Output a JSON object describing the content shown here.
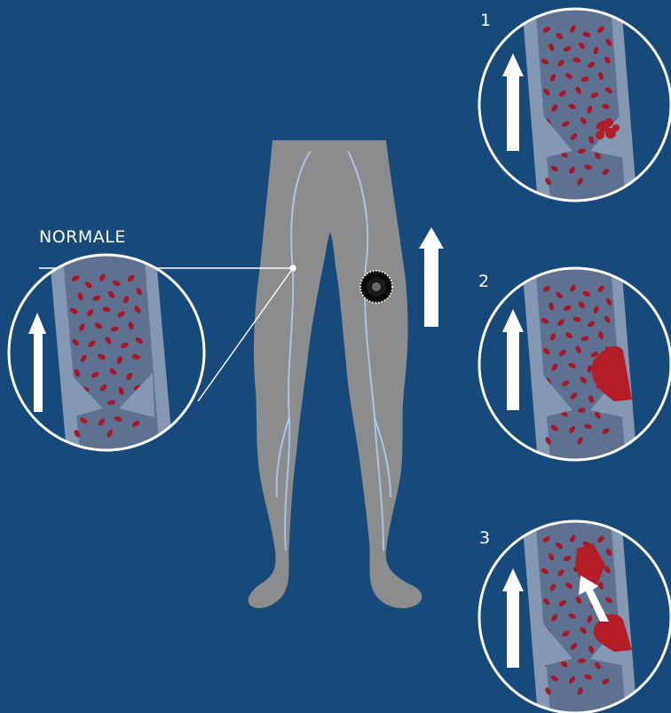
{
  "labels": {
    "normal": "NORMALE",
    "stage_1": "1",
    "stage_2": "2",
    "stage_3": "3"
  },
  "colors": {
    "background": "#17497a",
    "body": "#8a8c8e",
    "vein_wall": "#8497b3",
    "vein_lumen": "#5f7190",
    "vein_line": "#a8c4e6",
    "blood_cell": "#a3182a",
    "clot": "#b31d28",
    "arrow": "#ffffff",
    "inset_border": "#ffffff"
  },
  "icons": {
    "pain_marker": "starburst-pain-icon",
    "flow_arrow": "up-arrow-icon",
    "embolus_arrow": "diagonal-arrow-icon"
  }
}
